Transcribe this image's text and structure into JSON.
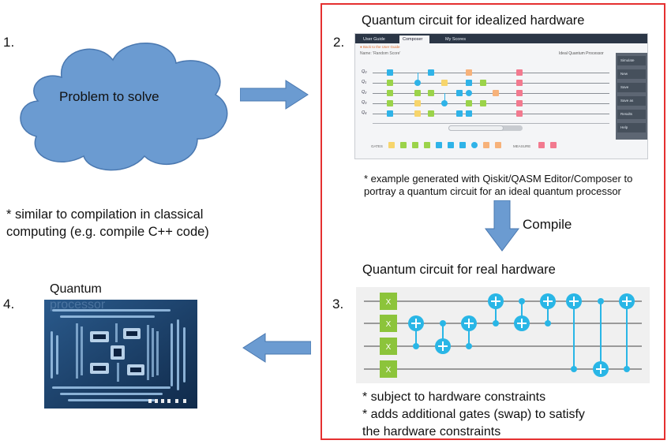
{
  "steps": {
    "s1": "1.",
    "s2": "2.",
    "s3": "3.",
    "s4": "4."
  },
  "cloud_label": "Problem to solve",
  "side_note": "* similar to compilation in classical computing (e.g. compile C++ code)",
  "side_note_lines": [
    "* similar to compilation in classical",
    "computing (e.g. compile C++ code)"
  ],
  "idealized": {
    "title": "Quantum circuit for idealized hardware",
    "note_lines": [
      "* example generated with Qiskit/QASM Editor/Composer to",
      "portray a quantum circuit for an ideal quantum processor"
    ]
  },
  "composer": {
    "tabs": [
      "User Guide",
      "Composer",
      "My Scores"
    ],
    "back_link": "● Back to the User Guide",
    "name_field": "Name: 'Random Score'",
    "processor": "Ideal Quantum Processor",
    "side_buttons": [
      "Simulate",
      "New",
      "Save",
      "Save as",
      "Results",
      "Help"
    ],
    "qubits": [
      "Q₀",
      "Q₁",
      "Q₂",
      "Q₃",
      "Q₄"
    ],
    "gates_label": "GATES",
    "measure_label": "MEASURE"
  },
  "compile_label": "Compile",
  "real": {
    "title": "Quantum circuit for real hardware",
    "x_gate": "X",
    "note_lines": [
      "* subject to hardware constraints",
      "* adds additional gates (swap) to satisfy",
      "the hardware constraints"
    ]
  },
  "processor_label_lines": [
    "Quantum",
    "processor"
  ],
  "colors": {
    "cloud": "#6b9bd1",
    "arrow": "#6b9bd1",
    "frame": "#e53030",
    "cnot": "#29b6e6",
    "xgate": "#8cc43b",
    "chip": "#17385f"
  }
}
